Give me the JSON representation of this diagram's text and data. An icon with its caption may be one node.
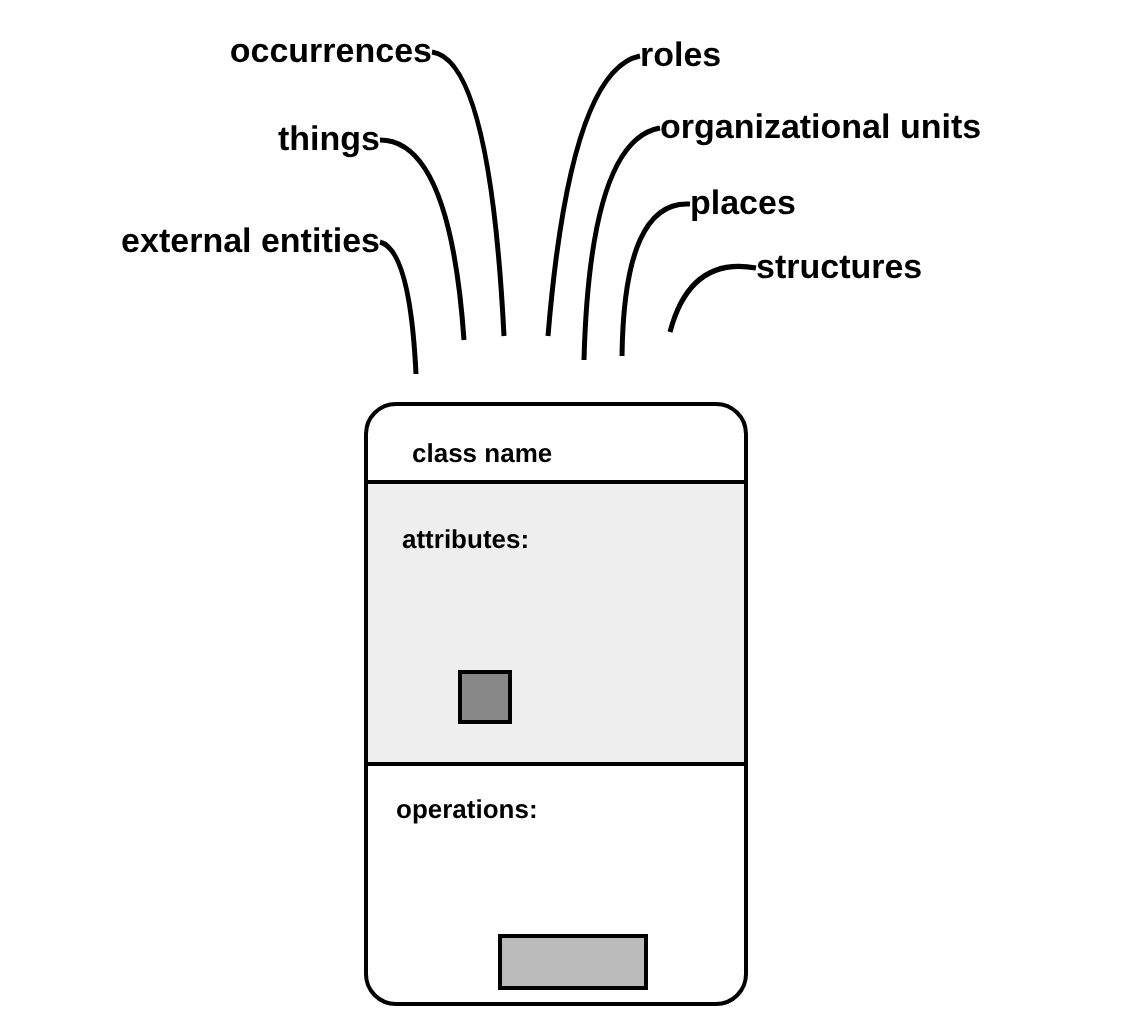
{
  "diagram": {
    "nodes": [
      {
        "text": [
          "occurrences"
        ]
      },
      {
        "text": [
          "roles"
        ]
      },
      {
        "text": [
          "things"
        ]
      },
      {
        "text": [
          "organizational units"
        ]
      },
      {
        "text": [
          "places"
        ]
      },
      {
        "text": [
          "external entities"
        ]
      },
      {
        "text": [
          "structures"
        ]
      },
      {
        "text": [],
        "shape": "box"
      },
      {
        "text": [
          "class name"
        ],
        "in": 7
      },
      {
        "text": [
          "attributes:"
        ],
        "in": 7
      },
      {
        "text": [
          "operations:"
        ],
        "in": 7
      },
      {
        "text": [],
        "shape": "box",
        "in": 9
      },
      {
        "text": [],
        "shape": "box",
        "in": 10
      }
    ],
    "edges": [
      {
        "from": 0,
        "to": null,
        "arrow": "none"
      },
      {
        "from": 1,
        "to": null,
        "arrow": "none"
      },
      {
        "from": 2,
        "to": null,
        "arrow": "none"
      },
      {
        "from": 3,
        "to": null,
        "arrow": "none"
      },
      {
        "from": 4,
        "to": null,
        "arrow": "none"
      },
      {
        "from": 5,
        "to": null,
        "arrow": "none"
      },
      {
        "from": 6,
        "to": null,
        "arrow": "none"
      }
    ]
  }
}
